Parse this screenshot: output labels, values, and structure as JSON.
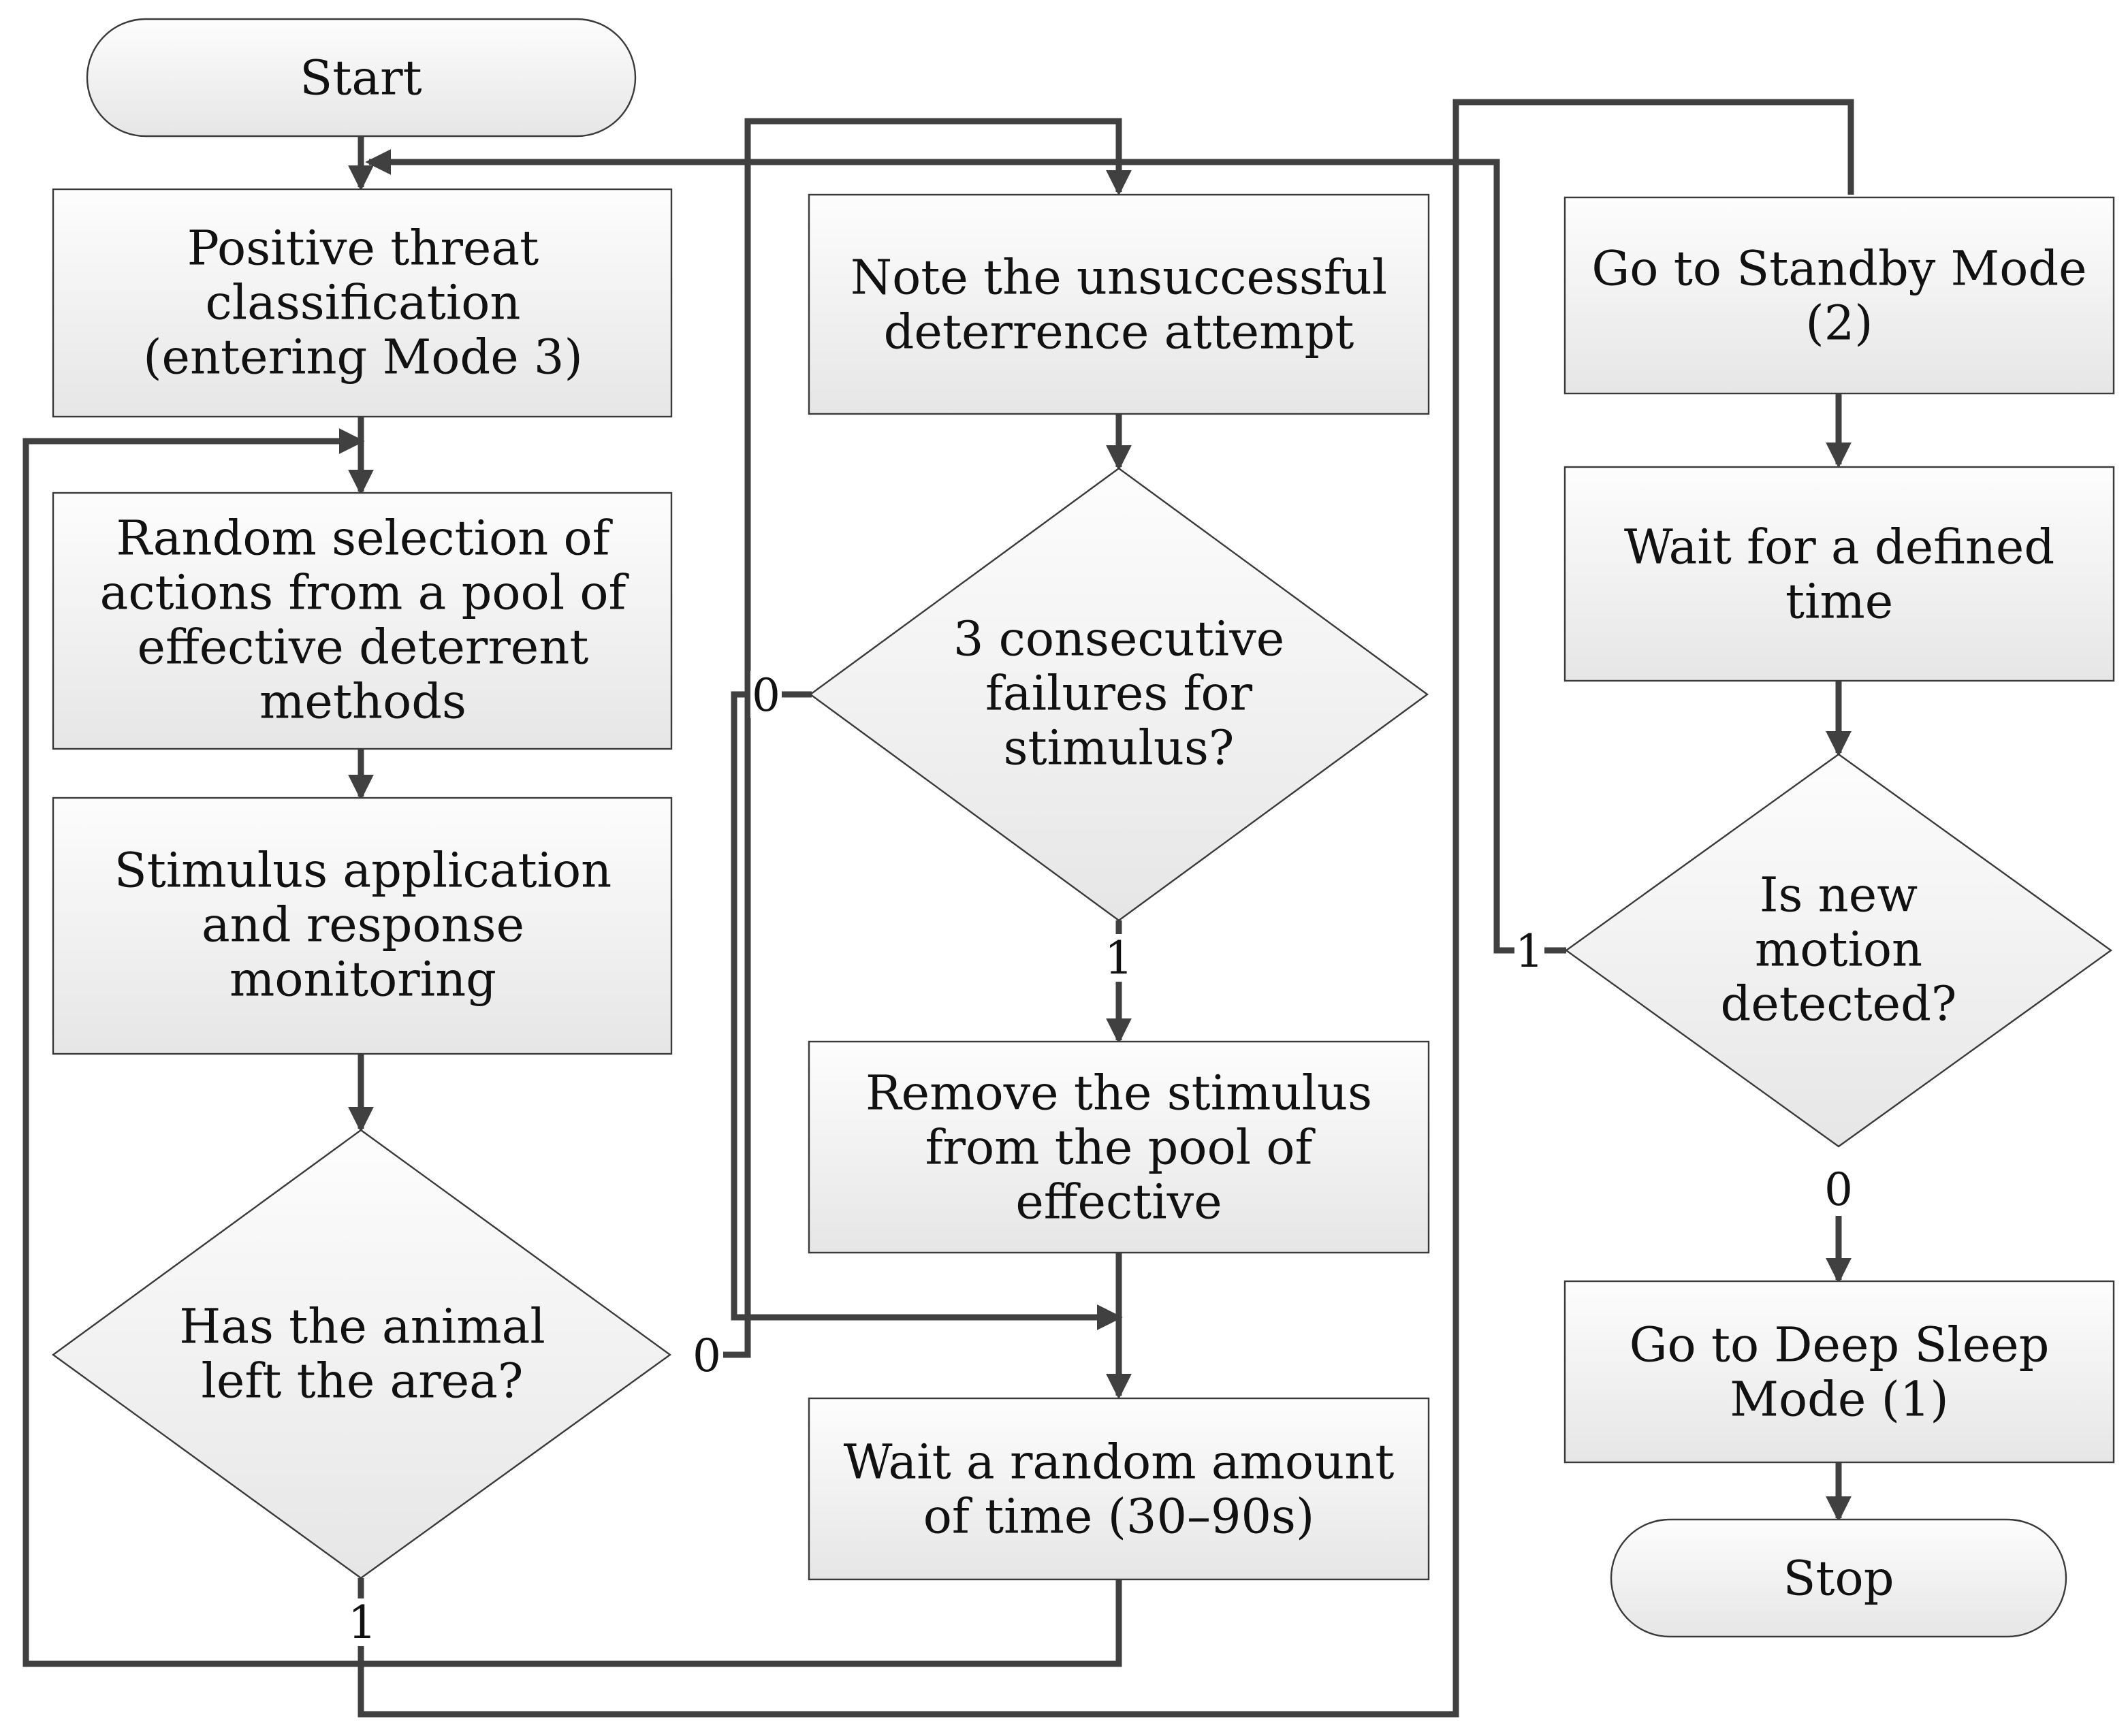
{
  "diagram": {
    "nodes": {
      "start": {
        "lines": [
          "Start"
        ]
      },
      "positive": {
        "lines": [
          "Positive threat",
          "classification",
          "(entering Mode 3)"
        ]
      },
      "random": {
        "lines": [
          "Random selection of",
          "actions from a pool of",
          "effective deterrent",
          "methods"
        ]
      },
      "stimulus": {
        "lines": [
          "Stimulus application",
          "and response",
          "monitoring"
        ]
      },
      "left_area": {
        "lines": [
          "Has the animal",
          "left the area?"
        ]
      },
      "note": {
        "lines": [
          "Note the unsuccessful",
          "deterrence attempt"
        ]
      },
      "consecutive": {
        "lines": [
          "3 consecutive",
          "failures for",
          "stimulus?"
        ]
      },
      "remove": {
        "lines": [
          "Remove the stimulus",
          "from the pool of",
          "effective"
        ]
      },
      "wait_random": {
        "lines": [
          "Wait a random amount",
          "of time (30–90s)"
        ]
      },
      "standby": {
        "lines": [
          "Go to Standby Mode",
          "(2)"
        ]
      },
      "wait_defined": {
        "lines": [
          "Wait for a defined",
          "time"
        ]
      },
      "motion": {
        "lines": [
          "Is new",
          "motion",
          "detected?"
        ]
      },
      "deep_sleep": {
        "lines": [
          "Go to Deep Sleep",
          "Mode (1)"
        ]
      },
      "stop": {
        "lines": [
          "Stop"
        ]
      }
    },
    "branch_labels": {
      "left_area_no": "0",
      "left_area_yes": "1",
      "consecutive_no": "0",
      "consecutive_yes": "1",
      "motion_yes": "1",
      "motion_no": "0"
    }
  }
}
